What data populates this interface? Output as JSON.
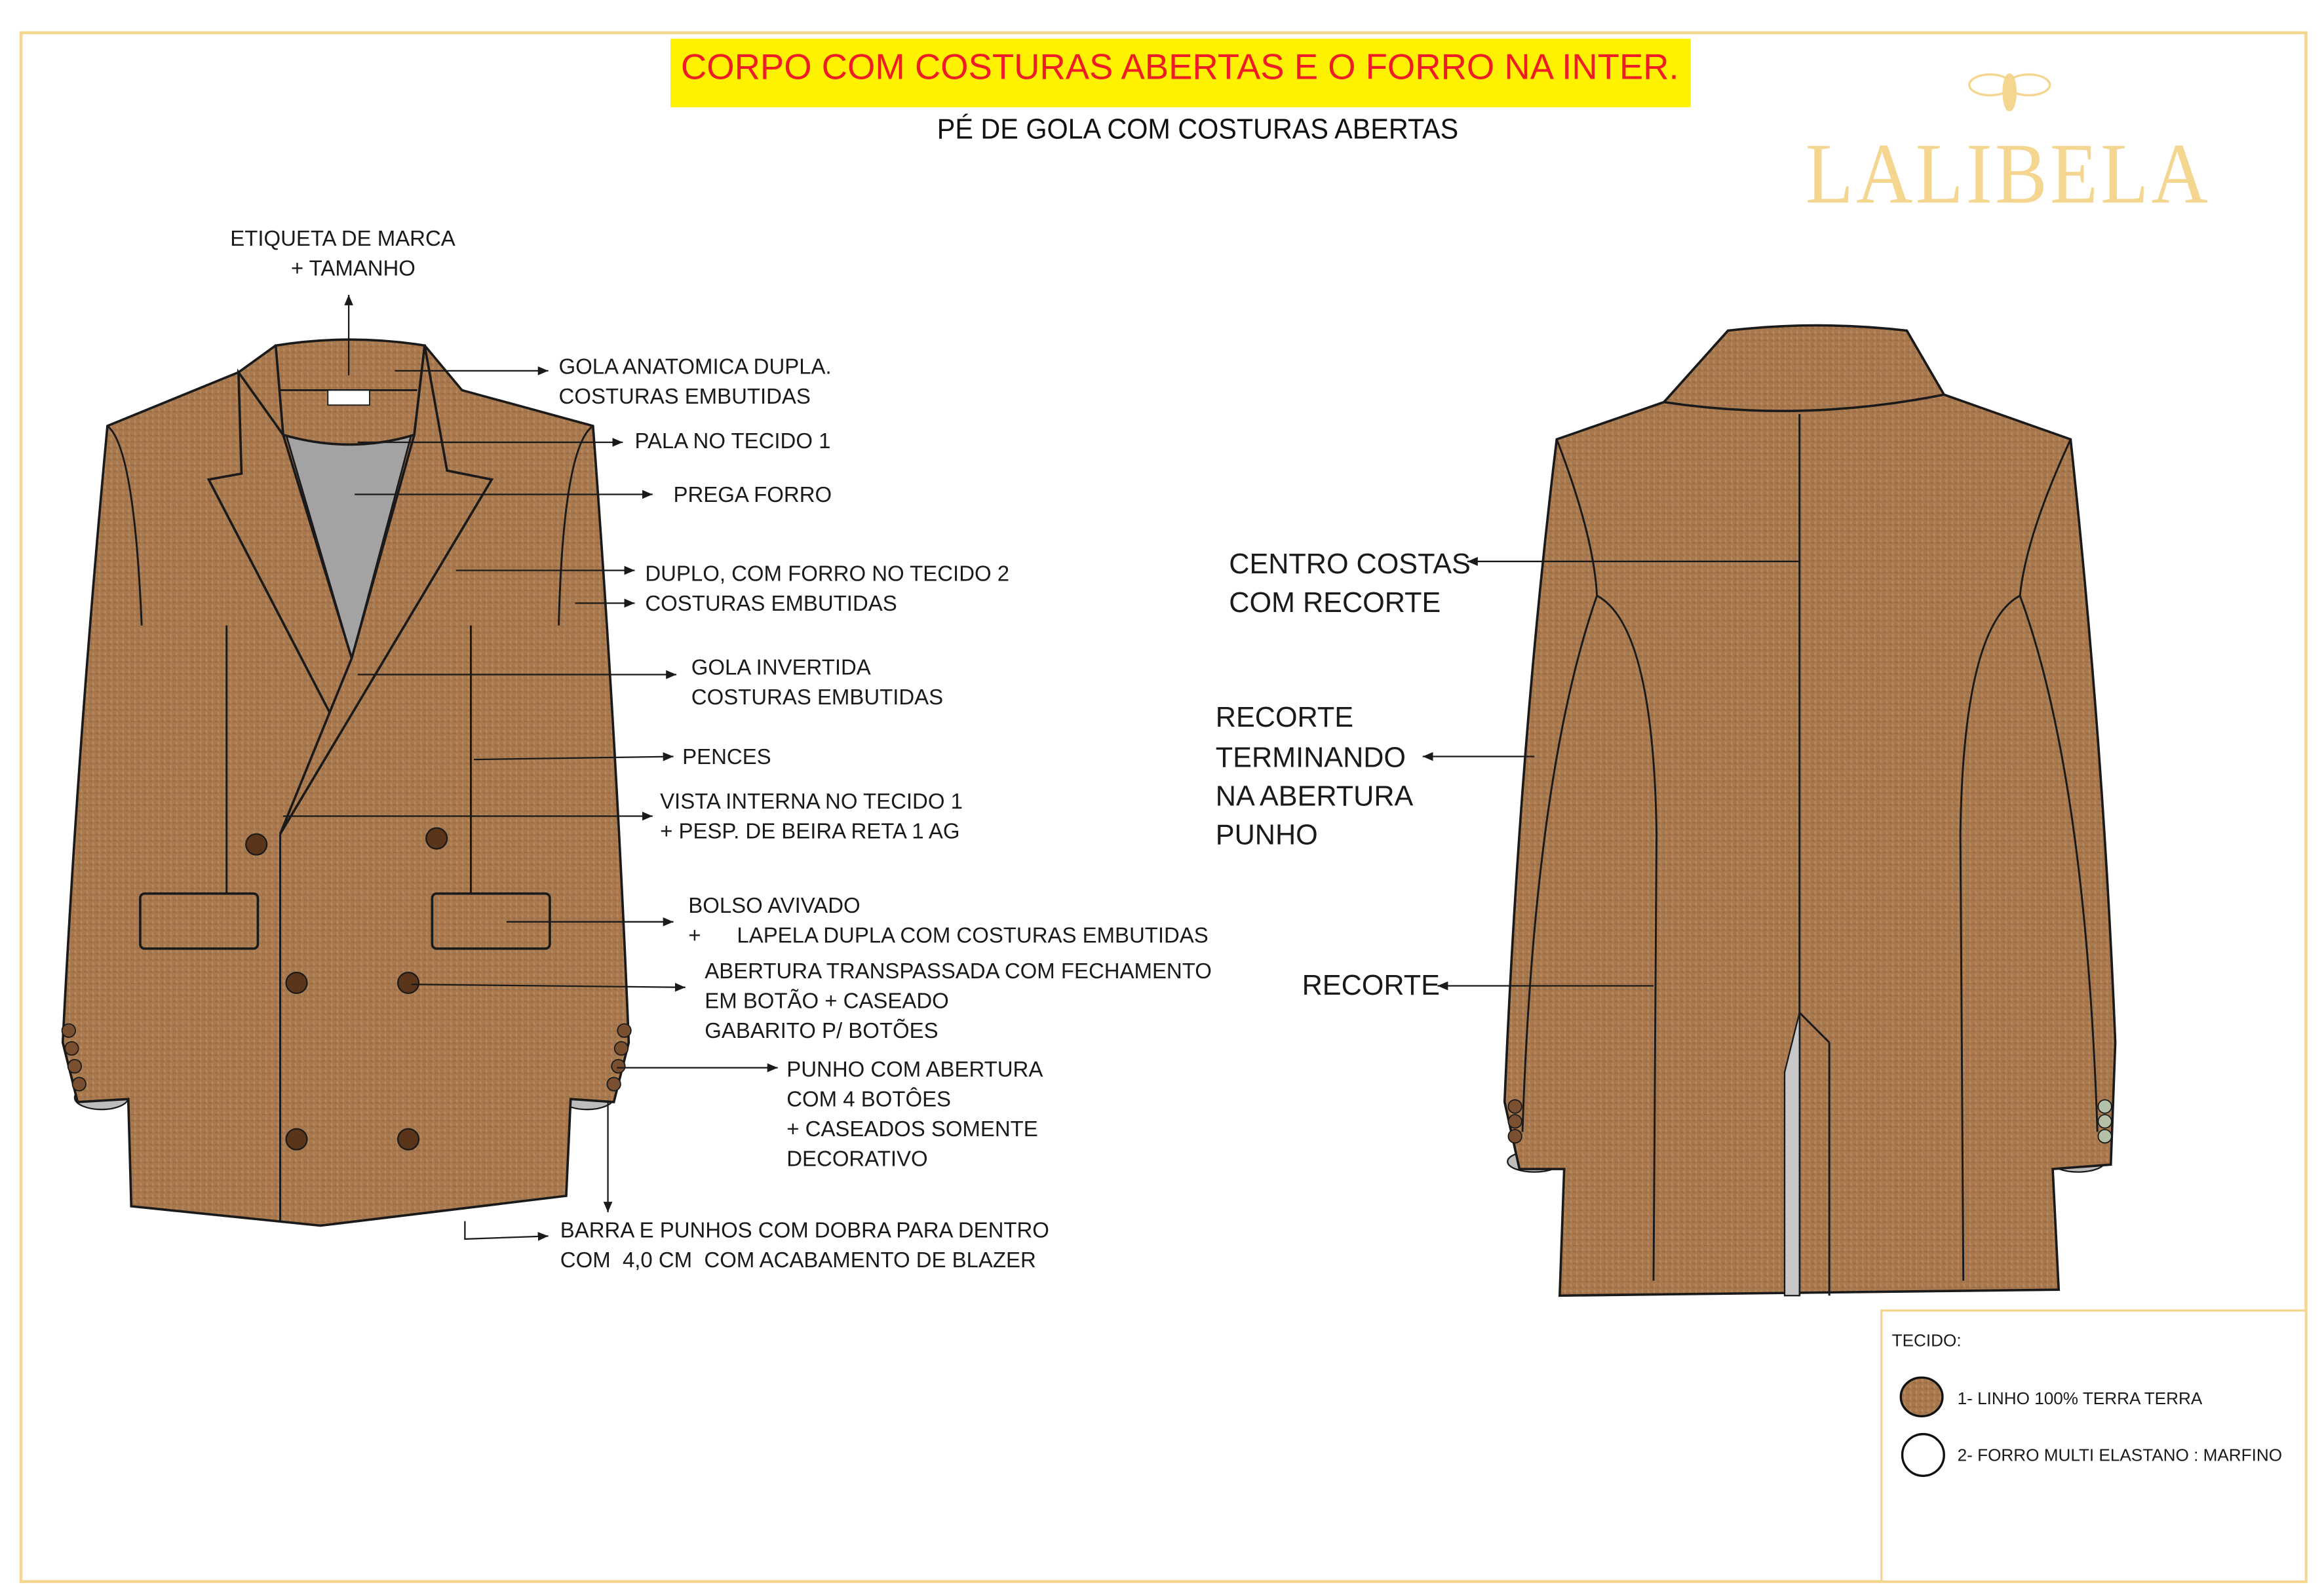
{
  "header": {
    "title": "CORPO COM COSTURAS ABERTAS E O FORRO NA INTER.",
    "subtitle": "PÉ DE GOLA COM COSTURAS ABERTAS",
    "brand": "LALIBELA",
    "brand_icon": "bee-icon"
  },
  "front_labels": [
    {
      "lines": [
        "ETIQUETA DE MARCA",
        "+ TAMANHO"
      ]
    },
    {
      "lines": [
        "GOLA ANATOMICA DUPLA.",
        "COSTURAS EMBUTIDAS"
      ]
    },
    {
      "lines": [
        "PALA NO  TECIDO 1"
      ]
    },
    {
      "lines": [
        "PREGA FORRO"
      ]
    },
    {
      "lines": [
        "DUPLO, COM FORRO NO TECIDO 2",
        "COSTURAS EMBUTIDAS"
      ]
    },
    {
      "lines": [
        "GOLA INVERTIDA",
        "COSTURAS EMBUTIDAS"
      ]
    },
    {
      "lines": [
        "PENCES"
      ]
    },
    {
      "lines": [
        "VISTA INTERNA NO  TECIDO 1",
        "+ PESP. DE BEIRA RETA 1 AG"
      ]
    },
    {
      "lines": [
        "BOLSO AVIVADO",
        "+      LAPELA DUPLA COM COSTURAS EMBUTIDAS"
      ]
    },
    {
      "lines": [
        "ABERTURA TRANSPASSADA COM FECHAMENTO",
        "EM BOTÃO + CASEADO",
        "GABARITO P/ BOTÕES"
      ]
    },
    {
      "lines": [
        "PUNHO COM ABERTURA",
        "COM 4 BOTÔES",
        "+ CASEADOS SOMENTE",
        "DECORATIVO"
      ]
    },
    {
      "lines": [
        "BARRA E PUNHOS COM DOBRA PARA DENTRO",
        "COM  4,0 CM  COM ACABAMENTO DE BLAZER"
      ]
    }
  ],
  "back_labels": [
    {
      "lines": [
        "CENTRO COSTAS",
        "COM RECORTE"
      ]
    },
    {
      "lines": [
        "RECORTE",
        "TERMINANDO",
        "NA ABERTURA",
        "PUNHO"
      ]
    },
    {
      "lines": [
        "RECORTE"
      ]
    }
  ],
  "legend": {
    "title": "TECIDO:",
    "items": [
      {
        "label": "1- LINHO 100% TERRA TERRA",
        "swatch": "#a8794f"
      },
      {
        "label": "2- FORRO MULTI ELASTANO : MARFINO",
        "swatch": "#ffffff"
      }
    ]
  },
  "colors": {
    "frame": "#f5d690",
    "title_bg": "#fff200",
    "title_text": "#ee1c25",
    "fabric": "#a8794f",
    "lining": "#a3a3a3"
  }
}
